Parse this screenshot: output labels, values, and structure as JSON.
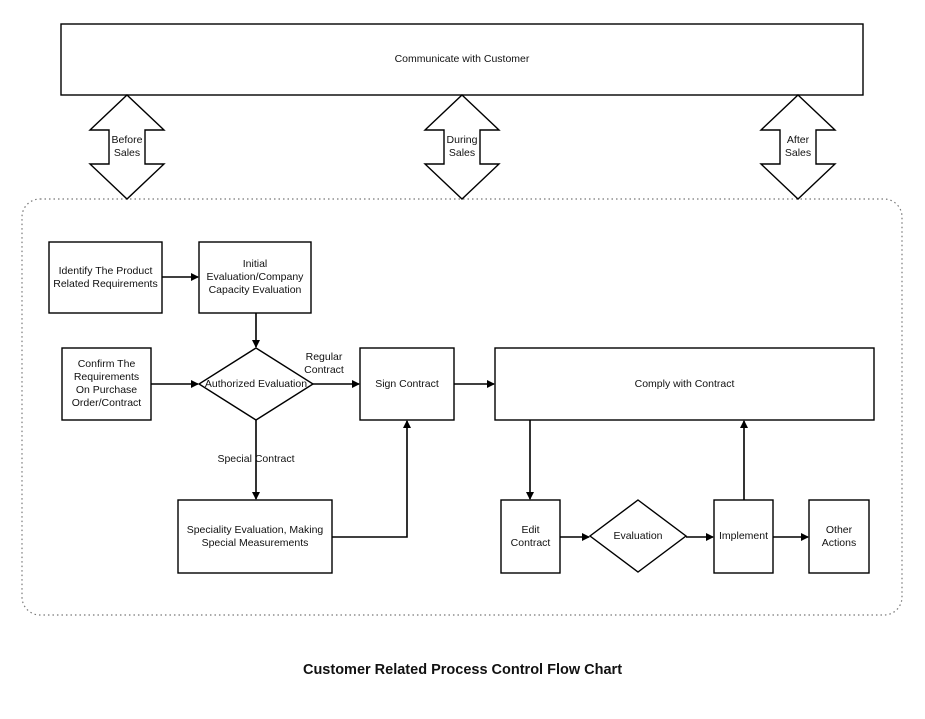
{
  "title": "Customer Related Process Control Flow Chart",
  "top_box": "Communicate with Customer",
  "stages": [
    {
      "line1": "Before",
      "line2": "Sales"
    },
    {
      "line1": "During",
      "line2": "Sales"
    },
    {
      "line1": "After",
      "line2": "Sales"
    }
  ],
  "nodes": {
    "identify": "Identify The Product Related Requirements",
    "initial": "Initial Evaluation/Company Capacity Evaluation",
    "confirm": "Confirm The Requirements On Purchase Order/Contract",
    "authorized": "Authorized Evaluation",
    "sign": "Sign Contract",
    "comply": "Comply with Contract",
    "speciality": "Speciality Evaluation, Making Special Measurements",
    "edit": "Edit Contract",
    "evaluation": "Evaluation",
    "implement": "Implement",
    "other": "Other Actions"
  },
  "edge_labels": {
    "regular": "Regular Contract",
    "special": "Special Contract"
  }
}
